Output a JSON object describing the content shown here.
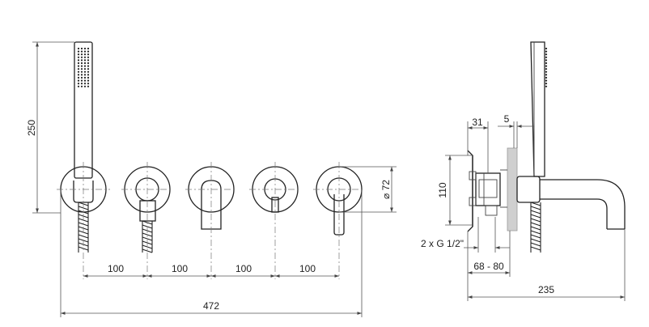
{
  "dimensions": {
    "height_handshower": "250",
    "diameter_rosette": "⌀ 72",
    "spacing_1": "100",
    "spacing_2": "100",
    "spacing_3": "100",
    "spacing_4": "100",
    "overall_width": "472",
    "depth_31": "31",
    "depth_5": "5",
    "height_110": "110",
    "connection": "2 x G 1/2\"",
    "wall_range": "68 - 80",
    "spout_length": "235"
  },
  "icons": {
    "front_view": "front-view-drawing",
    "side_view": "side-view-drawing"
  }
}
